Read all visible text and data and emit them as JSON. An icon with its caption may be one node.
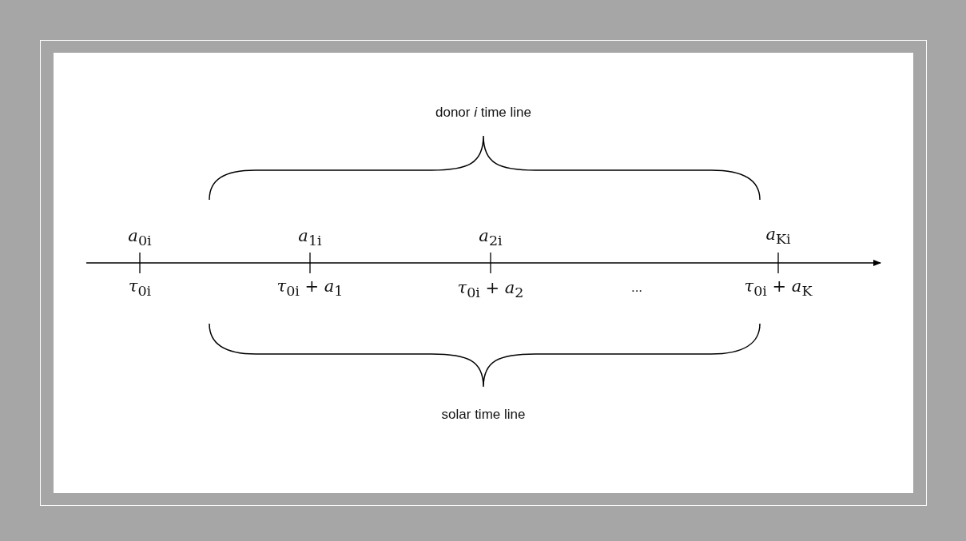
{
  "diagram": {
    "labels": [
      "donor *i* time line",
      "*a*$_{0i}$",
      "*a*$_{1i}$",
      "*a*$_{2i}$",
      "*a*$_{Ki}$",
      "*τ*$_{0i}$",
      "*τ*$_{0i}$ + *a*$_{1}$",
      "*τ*$_{0i}$ + *a*$_{2}$",
      "...",
      "*τ*$_{0i}$ + *a*$_{K}$",
      "solar time line"
    ]
  }
}
